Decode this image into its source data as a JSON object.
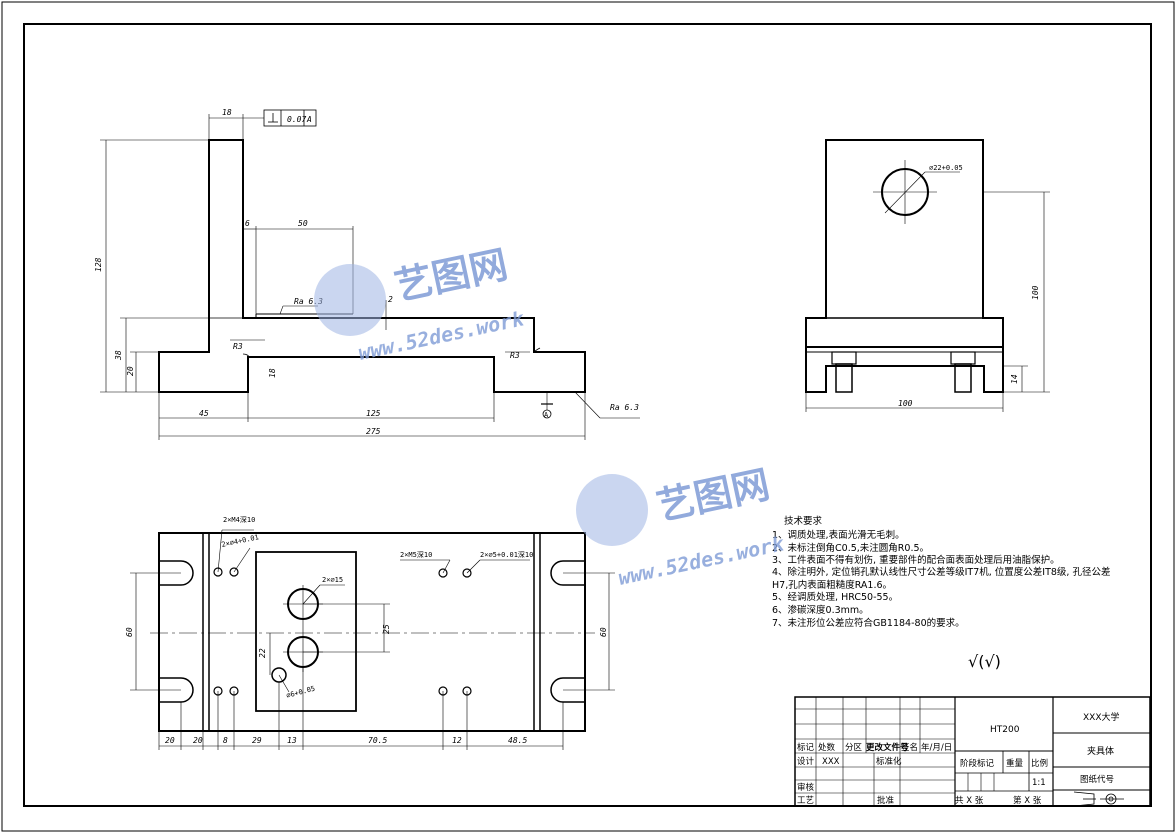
{
  "views": {
    "front": {
      "dims": {
        "top_width": "18",
        "flatness_value": "0.07",
        "flatness_datum": "A",
        "overall_height": "128",
        "offset": "6",
        "slot_width": "50",
        "surface_rough_1": "Ra 6.3",
        "step_2": "2",
        "fillet_left": "R3",
        "fillet_right": "R3",
        "base_height": "38",
        "foot_height": "20",
        "recess_depth": "18",
        "left_len": "45",
        "mid_len": "125",
        "total_len": "275",
        "surface_rough_2": "Ra 6.3",
        "datum_label": "A"
      }
    },
    "side": {
      "dims": {
        "bore": "⌀22+0.05",
        "height": "100",
        "leg": "14",
        "width": "100"
      }
    },
    "top": {
      "dims": {
        "callout_1": "2×M4深10",
        "callout_2": "2×⌀4+0.01",
        "callout_3": "2×M5深10",
        "callout_4": "2×⌀5+0.01深10",
        "holes_15": "2×⌀15",
        "pitch_25": "25",
        "offset_22": "22",
        "small_hole": "⌀6+0.05",
        "left_60": "60",
        "right_60": "60",
        "b1": "20",
        "b2": "20",
        "b3": "8",
        "b4": "29",
        "b5": "13",
        "b6": "70.5",
        "b7": "12",
        "b8": "48.5"
      }
    }
  },
  "tech_requirements": {
    "title": "技术要求",
    "items": [
      "1、调质处理,表面光滑无毛刺。",
      "2、未标注倒角C0.5,未注圆角R0.5。",
      "3、工件表面不得有划伤, 重要部件的配合面表面处理后用油脂保护。",
      "4、除注明外, 定位销孔默认线性尺寸公差等级IT7机, 位置度公差IT8级, 孔径公差",
      "H7,孔内表面粗糙度RA1.6。",
      "5、经调质处理, HRC50-55。",
      "6、渗碳深度0.3mm。",
      "7、未注形位公差应符合GB1184-80的要求。"
    ],
    "roughness_symbol": "√(√)"
  },
  "title_block": {
    "material": "HT200",
    "school": "XXX大学",
    "part_name": "夹具体",
    "drawing_no_label": "图纸代号",
    "col_mark": "标记",
    "col_count": "处数",
    "col_zone": "分区",
    "col_doc": "更改文件号",
    "col_sign": "签名",
    "col_date": "年/月/日",
    "design": "设计",
    "designer": "XXX",
    "standardize": "标准化",
    "stage_mark": "阶段标记",
    "weight": "重量",
    "scale": "比例",
    "scale_value": "1:1",
    "review": "审核",
    "process": "工艺",
    "approve": "批准",
    "sheets_total": "共 X 张",
    "sheet_no": "第 X 张"
  },
  "watermark": {
    "brand": "艺图网",
    "url": "www.52des.work"
  }
}
